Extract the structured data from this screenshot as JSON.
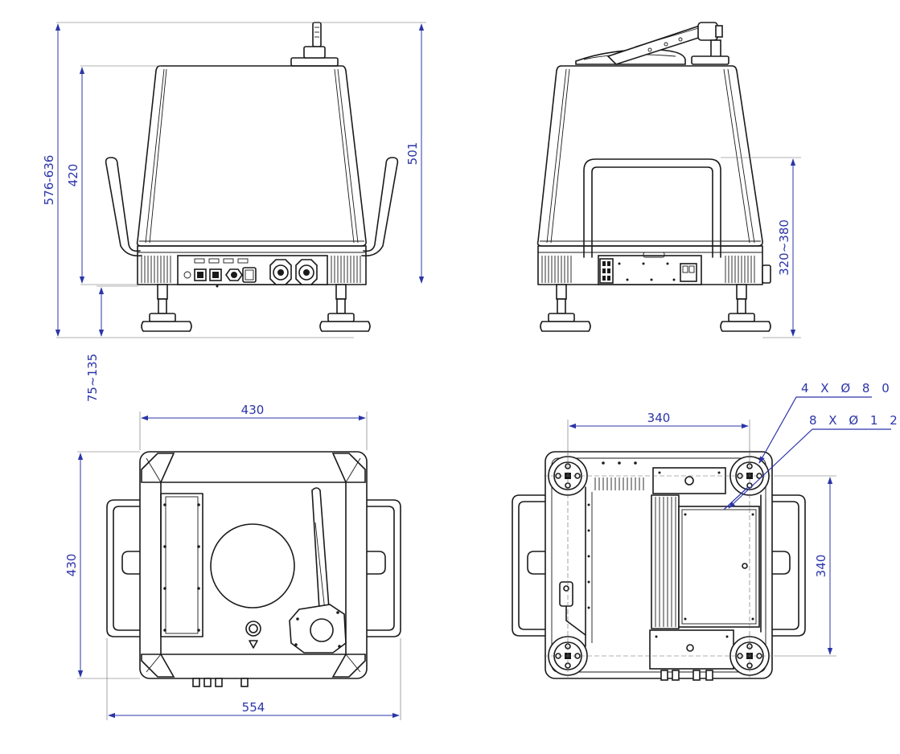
{
  "dimensions": {
    "total_height": "576-636",
    "body_height": "420",
    "overall_height": "501",
    "foot_adjust": "75~135",
    "handle_height": "320~380",
    "top_width": "430",
    "top_depth": "430",
    "overall_width": "554",
    "bottom_span_x": "340",
    "bottom_span_y": "340",
    "callout_1": "4 X   Ø 8 0",
    "callout_2": "8  X  Ø  1  2"
  },
  "colors": {
    "dimension": "#2b35a8",
    "outline": "#1a1a1a",
    "background": "#ffffff"
  }
}
